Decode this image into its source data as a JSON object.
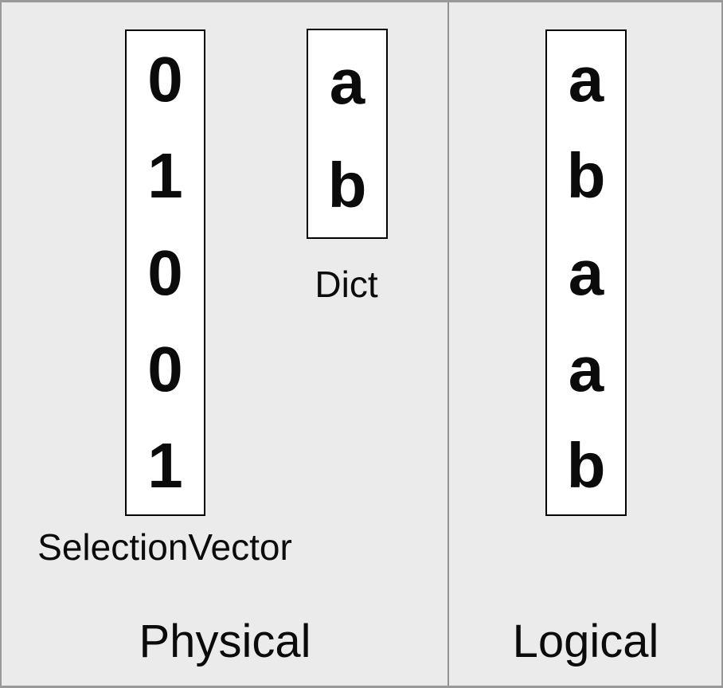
{
  "colors": {
    "background": "#ebebeb",
    "frame_border": "#999999",
    "panel_divider": "#919191",
    "box_background": "#ffffff",
    "box_border": "#000000",
    "text": "#0b0b0b"
  },
  "panels": {
    "physical": {
      "title": "Physical",
      "selection_vector": {
        "caption": "SelectionVector",
        "values": [
          "0",
          "1",
          "0",
          "0",
          "1"
        ]
      },
      "dict": {
        "caption": "Dict",
        "values": [
          "a",
          "b"
        ]
      }
    },
    "logical": {
      "title": "Logical",
      "column": {
        "values": [
          "a",
          "b",
          "a",
          "a",
          "b"
        ]
      }
    }
  }
}
